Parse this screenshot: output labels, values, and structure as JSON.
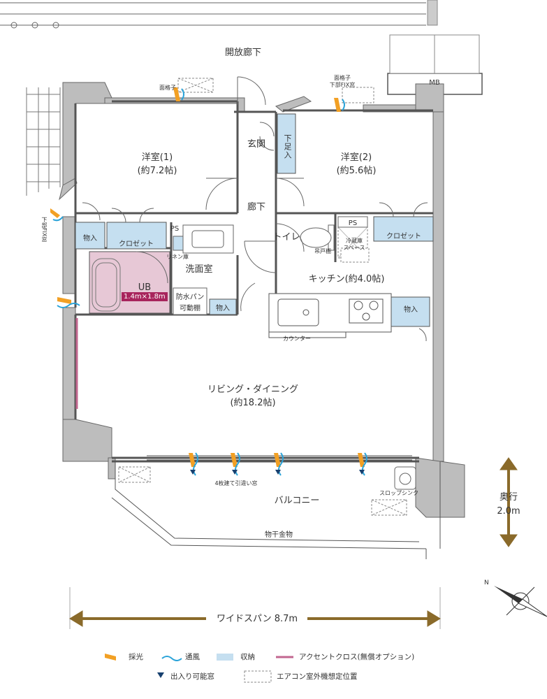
{
  "rooms": {
    "corridor_outside": "開放廊下",
    "mb": "MB",
    "western1": {
      "name": "洋室(1)",
      "size": "(約7.2帖)"
    },
    "western2": {
      "name": "洋室(2)",
      "size": "(約5.6帖)"
    },
    "genkan": "玄関",
    "shoe_storage": "下足入",
    "hallway": "廊下",
    "toilet": "トイレ",
    "hanging_cabinet": "吊戸棚",
    "fridge": "冷蔵庫\nスペース",
    "kitchen": "キッチン(約4.0帖)",
    "washroom": "洗面室",
    "linen": "リネン庫",
    "ub": "UB",
    "ub_size": "1.4m×1.8m",
    "waterproof_pan": "防水パン",
    "movable_shelf": "可動棚",
    "living": {
      "name": "リビング・ダイニング",
      "size": "(約18.2帖)"
    },
    "balcony": "バルコニー",
    "counter": "カウンター",
    "ps": "PS",
    "storage": "物入",
    "closet": "クロゼット"
  },
  "annotations": {
    "lattice_left": "面格子",
    "lattice_right": "面格子\n下部FIX窓",
    "lower_fix_window": "下部FIX窓",
    "sliding_window": "4枚建て引違い窓",
    "slop_sink": "スロップシンク",
    "laundry_pole": "物干金物",
    "depth_label": "奥行",
    "depth_value": "2.0m",
    "span": "ワイドスパン 8.7m"
  },
  "legend": {
    "daylight": "採光",
    "ventilation": "通風",
    "storage": "収納",
    "accent": "アクセントクロス(無償オプション)",
    "entry_window": "出入り可能窓",
    "ac_unit": "エアコン室外機想定位置"
  },
  "colors": {
    "wall": "#bdbdbd",
    "line": "#555555",
    "storage": "#c5dff0",
    "bath": "#e7c8d6",
    "accent": "#c2668f",
    "daylight": "#f2a024",
    "ventilation": "#2aa3d9",
    "entry": "#17406f",
    "arrow": "#8a6a2a"
  }
}
